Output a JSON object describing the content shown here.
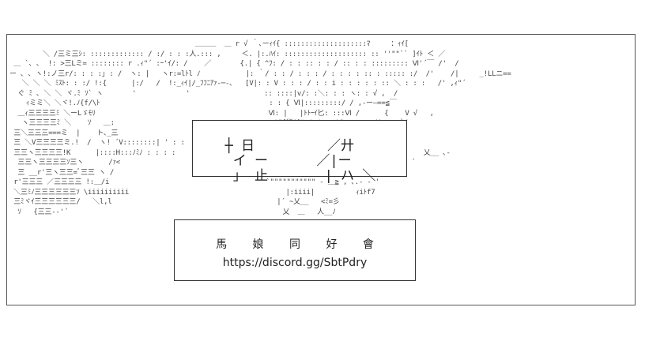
{
  "art": {
    "lines": [
      "                                             ＿＿＿  ＿ r √ ｀､ーｨｲ{ ::::::::::::::::::::ﾏ     ：ｨｲ[",
      "        ＼ /三ミ三ｼ: ::::::::::::: / :/ : : :人.::: ,     ＜. |:.ﾊｲ: :::::::::::::::::::: :: ''\"\"`` ]ｲﾄ ＜ ／",
      " ＿ `､ ､  !: >三Lミ= :::::::: r .ｨ\"´ :ｰ'ｲ/: /    ／       {.| { ^ﾌ: / : : :: : : / :: : : ::::::::: Ⅵ'´￣ /'  /",
      "ー ､ ､ ヽ!:ノ三r/: : : :｣ : /  ヽ: |   ヽr:=lﾄl ﾉ           |: ｀/ : : / : : : / : : : : :: : ::::: :/  /'    /|     _!LLニ==",
      "   ＼ ＼ ＼ ﾐｽﾄ: : :/ !:{      |:/   /  !:_ｨｲ|/_ﾌﾌﾆｱｧ-─-､   [V|: : V : : : / : : i : : : : : :: ＼ : : :   /' ,ｨ\"´",
      "  ぐ ﾐ ､ ＼ ＼ ヾ.ﾐ ｿ` ヽ       '            '                  :: ::::|v/: :＼: : : ヽ: : √ ,  /",
      "    ｨミミ＼ ＼ヾ!.ﾉ{f/\\ﾄ                                         : : { Ⅵ|:::::::::/ / ,-ー―==≦￣",
      "  ＿ｨ三三三三ﾐ ＼ーLゞﾓﾘ                                          Ⅵ: |   |ﾄﾄｰｲ匕: :::Ⅵ /      {    V √   ,",
      "   ヽ三三三三ﾐ ＼    ｿ   ＿:                                       Ⅵ{行^ﾐﾘv/v/ : :Ⅵ.       V,   寸/",
      " 三＼三三三===ミ  |    ト､_三                                         Ⅵ乂r)  V/v/ : :=====彡寸,ア",
      " 三 ＼V三三三三ミ.!  /  ヽ! ´V::::::::| ' : :        -[:/ーﾘ  ､     从   ､     ｨ{` V/: |.    |ﾄｨf7",
      " 三三ヽ三三三三!K      |::::H:::ﾉﾐﾉ : : : :    ､-‐'\"  l/   ‐\"\"<  ＼ ヾ≧彡       ｨl/ __/ Ⅵ |i:>ｨ{ ´      乂__ ､-",
      "  三三ヽ三三三三ｿ三ヽ      /ｧ<                                        _ <=-   ,  /iii: ｨ'Fア  ,. --' ´",
      "  三 __r'三ヽ三三=ﾞ三三 ヽ /                                    ､: \"\"~-< '\"\"\"\"\"]:/ｲ ,,.. ｀\"''´",
      " r'三三三 ／三三三三 !:＿/i                                      `\"\"\"\"\"\"\"\"\"\"\" - ＿≧ , ､.- ‐ '",
      " ＼三ﾐﾉ三三三三三三ｿ \\iiiiiiiiii                                      |:iiii|          ｨiﾄf7",
      " 三ﾐヾｲ三三三三三三/   ＼l,l                                        |´ ~乂__   <ﾐ=彡",
      "  ｿ   {三三-‐'´                                                    乂  ＿   人__ﾉ"
    ]
  },
  "sign": {
    "glyph_rows": [
      "  ┼ 日         ／廾",
      "   イ ー      ／|ー",
      "   」 止       | ハ ＼"
    ]
  },
  "invite": {
    "club_name": "馬 娘 同 好 會",
    "url": "https://discord.gg/SbtPdry"
  }
}
